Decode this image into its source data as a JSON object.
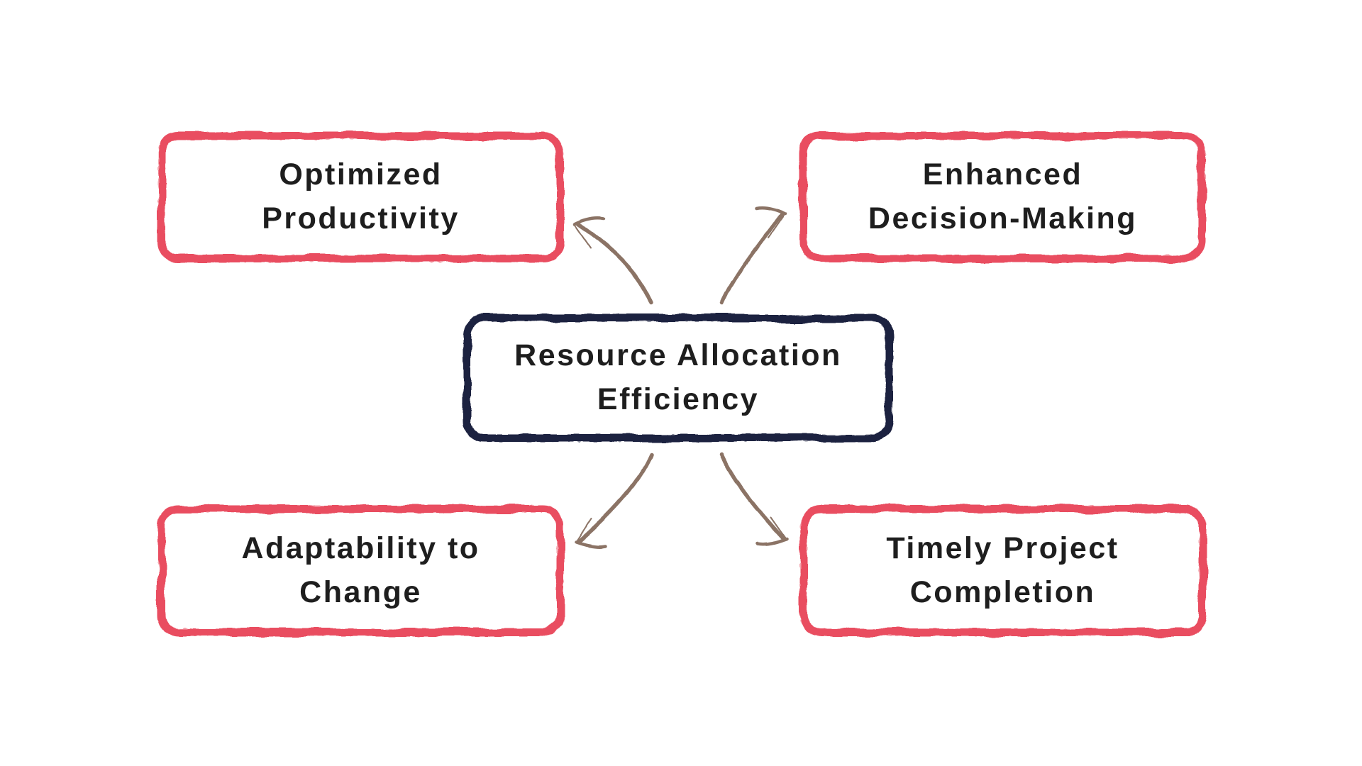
{
  "colors": {
    "background": "#ffffff",
    "branch_border": "#e94d61",
    "center_border": "#1e2240",
    "arrow": "#8b7365",
    "text": "#1e1e1e"
  },
  "nodes": {
    "center": {
      "label": "Resource Allocation Efficiency",
      "line1": "Resource Allocation",
      "line2": "Efficiency"
    },
    "top_left": {
      "label": "Optimized Productivity",
      "line1": "Optimized",
      "line2": "Productivity"
    },
    "top_right": {
      "label": "Enhanced Decision-Making",
      "line1": "Enhanced",
      "line2": "Decision-Making"
    },
    "bottom_left": {
      "label": "Adaptability to Change",
      "line1": "Adaptability to",
      "line2": "Change"
    },
    "bottom_right": {
      "label": "Timely Project Completion",
      "line1": "Timely Project",
      "line2": "Completion"
    }
  },
  "connections": [
    {
      "from": "center",
      "to": "top_left"
    },
    {
      "from": "center",
      "to": "top_right"
    },
    {
      "from": "center",
      "to": "bottom_left"
    },
    {
      "from": "center",
      "to": "bottom_right"
    }
  ]
}
